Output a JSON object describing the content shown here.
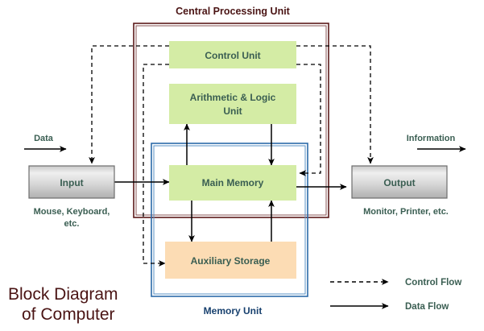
{
  "diagram": {
    "title_line1": "Block Diagram",
    "title_line2": "of Computer",
    "cpu_label": "Central Processing Unit",
    "memory_unit_label": "Memory Unit"
  },
  "blocks": {
    "control_unit": "Control Unit",
    "alu_line1": "Arithmetic & Logic",
    "alu_line2": "Unit",
    "main_memory": "Main Memory",
    "auxiliary_storage": "Auxiliary Storage",
    "input": "Input",
    "output": "Output"
  },
  "captions": {
    "input_line1": "Mouse, Keyboard,",
    "input_line2": "etc.",
    "output_line1": "Monitor, Printer, etc."
  },
  "flow_labels": {
    "data_in": "Data",
    "information_out": "Information"
  },
  "legend": {
    "control_flow": "Control Flow",
    "data_flow": "Data Flow"
  },
  "colors": {
    "green_block": "#d4eca5",
    "orange_block": "#fcdcb4",
    "gray_block_light": "#e8e8e8",
    "gray_block_dark": "#b5b5b5",
    "cpu_border": "#5b1a1a",
    "memory_border": "#2c6aa8",
    "text_teal": "#3a5e52",
    "text_navy": "#17406e",
    "text_maroon": "#4a1414",
    "arrow_black": "#000000"
  }
}
